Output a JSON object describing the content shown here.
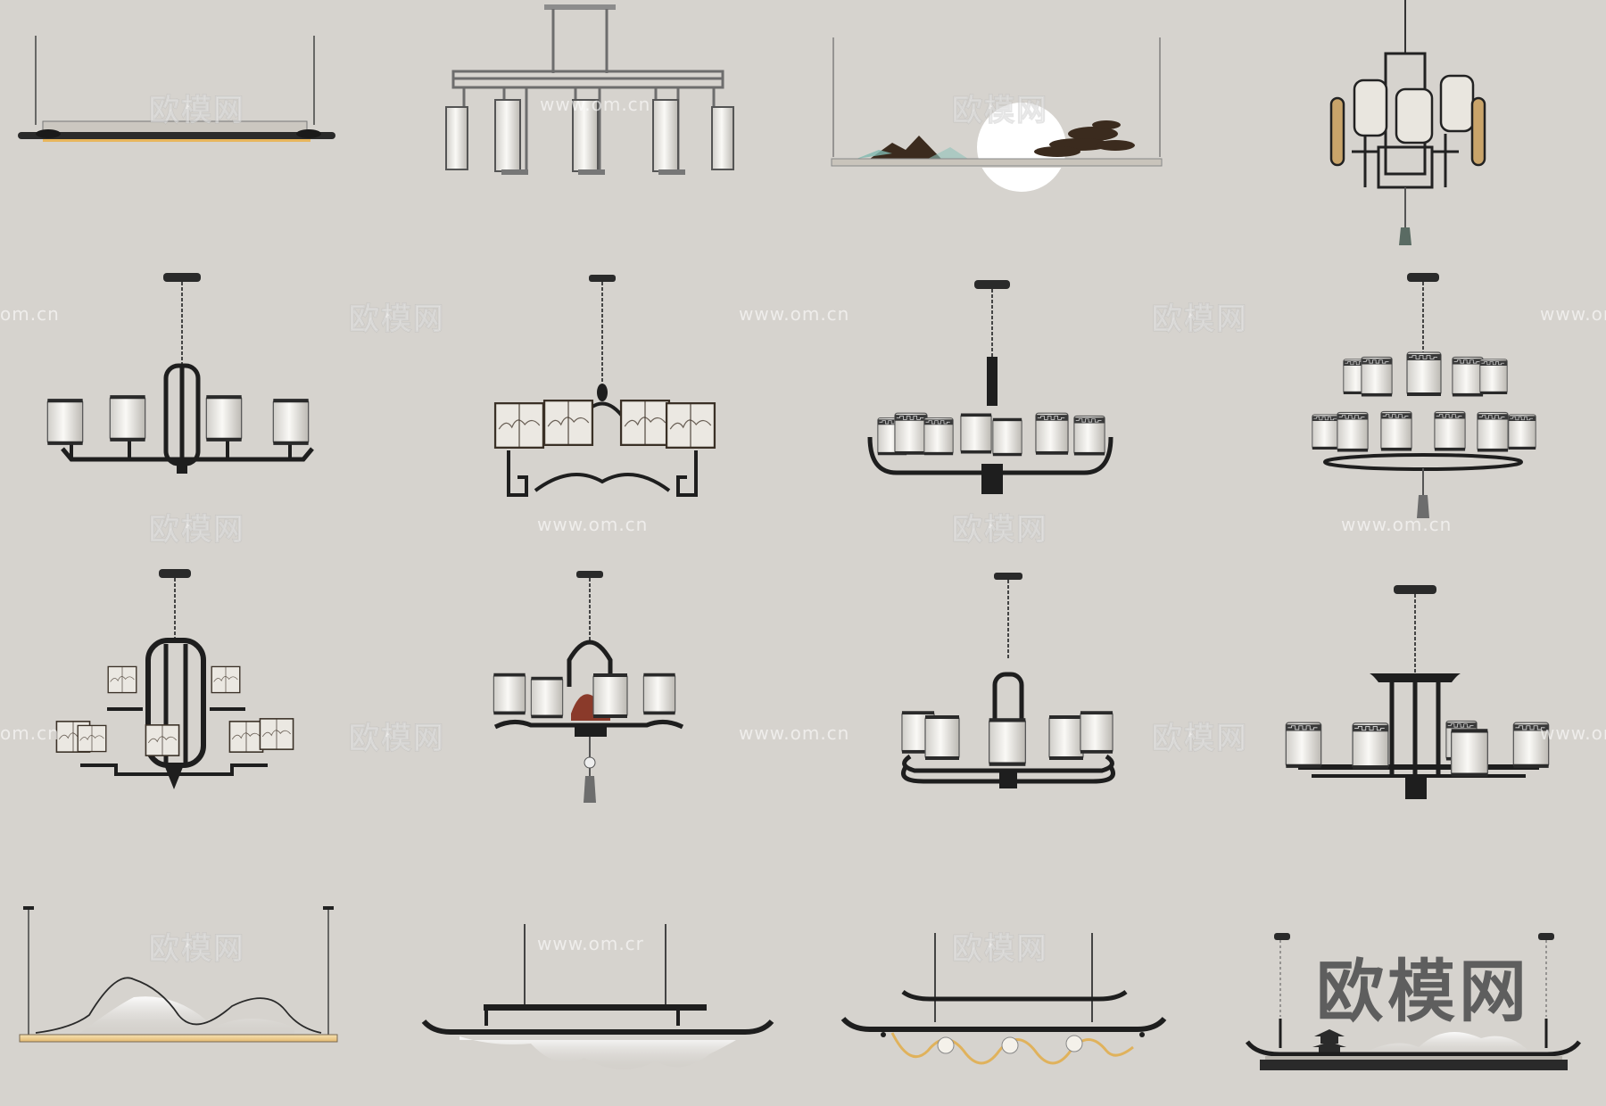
{
  "watermark": {
    "brand": "欧模网",
    "url": "www.om.cn",
    "url_cut_left": "om.cn",
    "url_cut_right": "www.om.cn",
    "url_partial": "www.om.cr",
    "corner_brand": "欧模网"
  },
  "colors": {
    "background": "#d6d3ce",
    "metal_dark": "#1e1e1e",
    "shade_white": "#f2f1ee",
    "brass": "#c9a46a",
    "glow": "#f3d9a0"
  },
  "grid": {
    "rows": 4,
    "columns": 4,
    "items": [
      {
        "id": "linear-bar-plain"
      },
      {
        "id": "linear-frame-lanterns"
      },
      {
        "id": "linear-moon-landscape"
      },
      {
        "id": "lantern-cluster"
      },
      {
        "id": "chandelier-6-cylinder"
      },
      {
        "id": "chandelier-6-square-ink"
      },
      {
        "id": "chandelier-8-cylinder"
      },
      {
        "id": "chandelier-2-tier-fretwork"
      },
      {
        "id": "chandelier-2-tier-square"
      },
      {
        "id": "chandelier-tassel"
      },
      {
        "id": "chandelier-8-loop-arms"
      },
      {
        "id": "chandelier-pagoda-cap"
      },
      {
        "id": "linear-mountain-wire"
      },
      {
        "id": "linear-upturned-mountain"
      },
      {
        "id": "linear-wave-bulbs"
      },
      {
        "id": "linear-pagoda-scene"
      }
    ]
  }
}
